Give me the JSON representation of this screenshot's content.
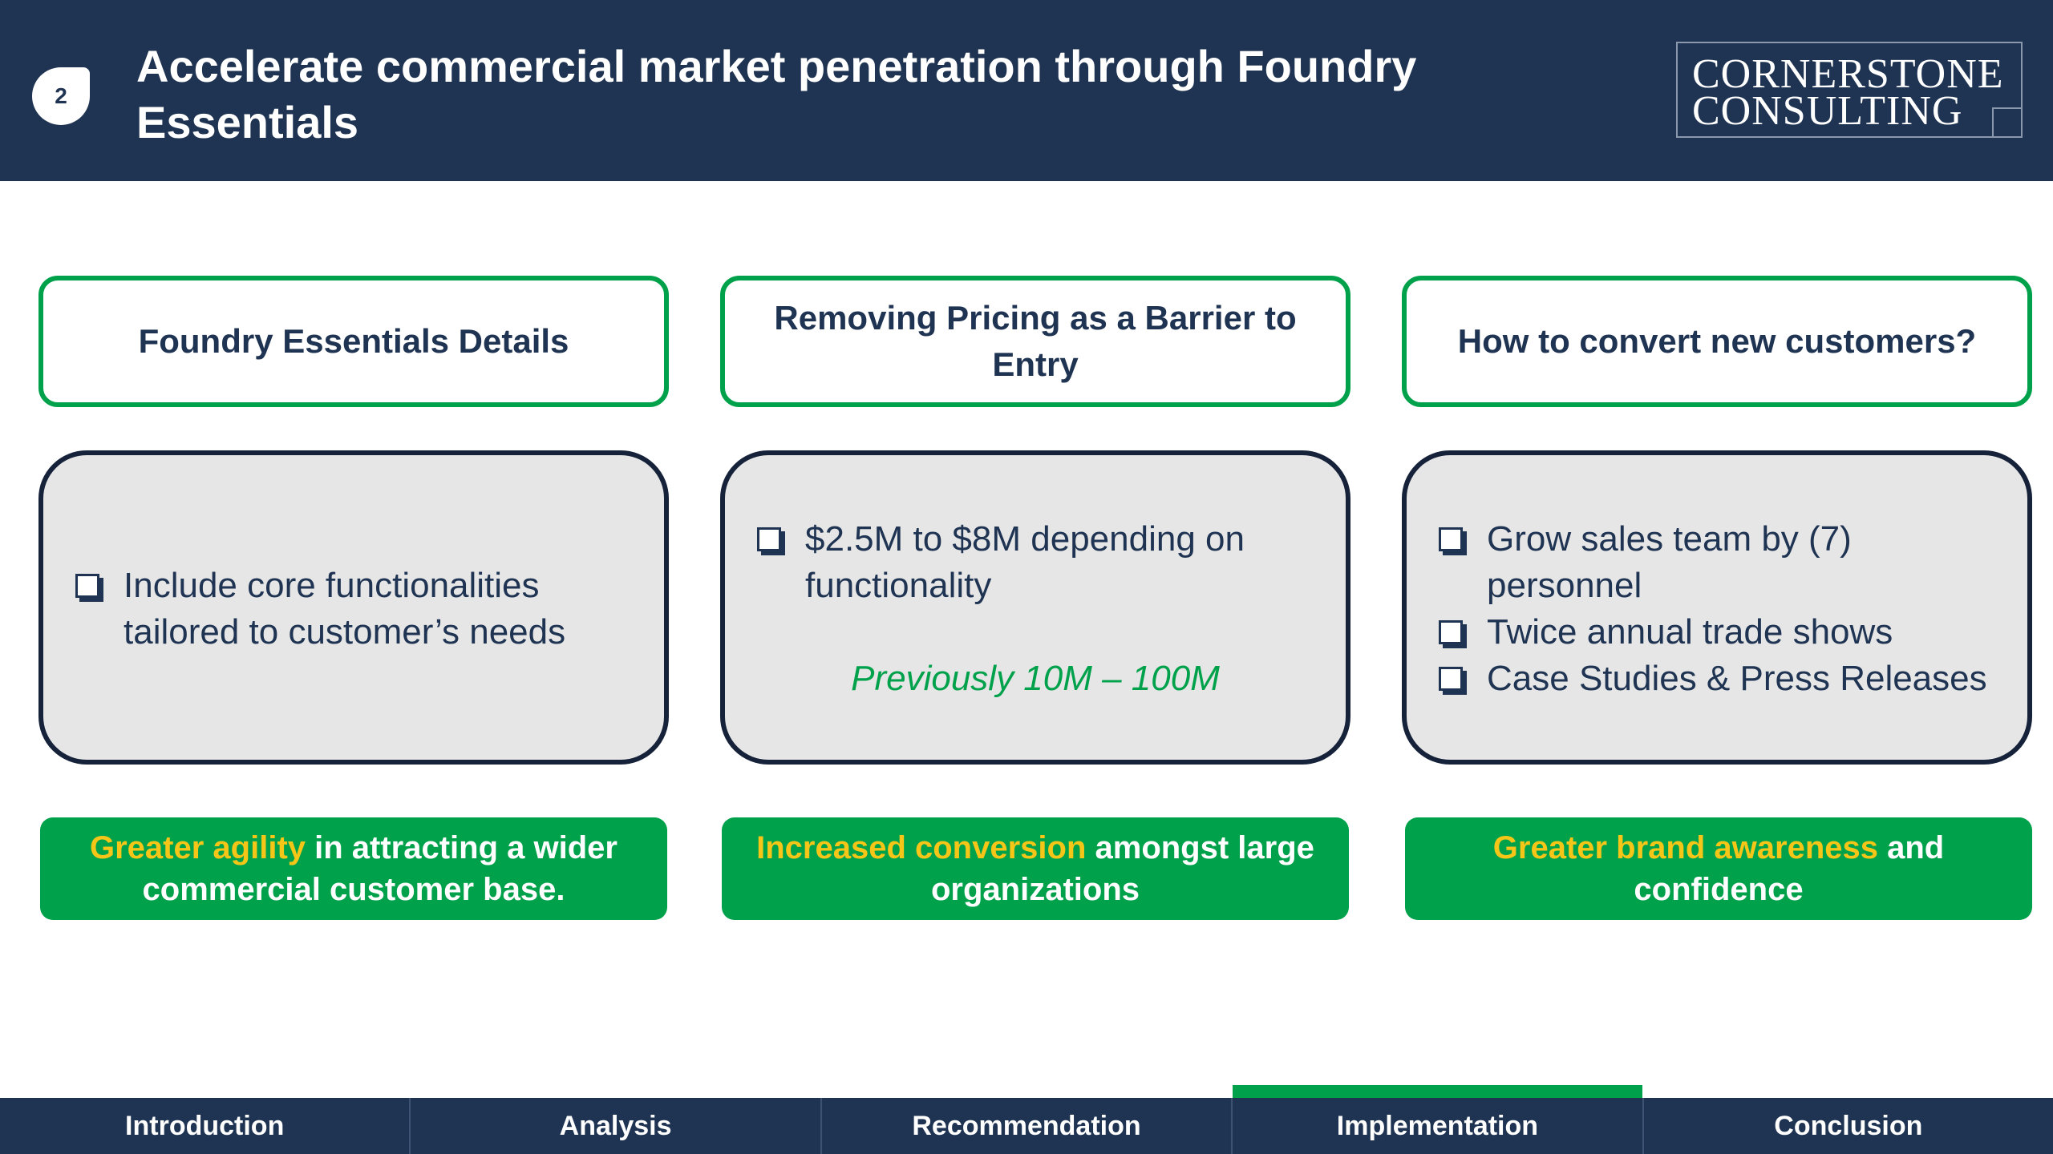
{
  "slide": {
    "number": "2",
    "title": "Accelerate commercial market penetration through Foundry Essentials"
  },
  "logo": {
    "line1": "CORNERSTONE",
    "line2": "CONSULTING"
  },
  "columns": [
    {
      "heading": "Foundry Essentials Details",
      "bullets": [
        "Include core functionalities tailored to customer’s needs"
      ],
      "outcome": {
        "highlight": "Greater agility",
        "rest": " in attracting a wider commercial customer base."
      }
    },
    {
      "heading": "Removing Pricing as a Barrier to Entry",
      "bullets": [
        "$2.5M to $8M depending on functionality"
      ],
      "note": "Previously 10M – 100M",
      "outcome": {
        "highlight": "Increased conversion",
        "rest": " amongst large organizations"
      }
    },
    {
      "heading": "How to convert new customers?",
      "bullets": [
        "Grow sales team by (7) personnel",
        "Twice annual trade shows",
        "Case Studies & Press Releases"
      ],
      "outcome": {
        "highlight": "Greater brand awareness",
        "rest": " and confidence"
      }
    }
  ],
  "nav": {
    "tabs": [
      "Introduction",
      "Analysis",
      "Recommendation",
      "Implementation",
      "Conclusion"
    ],
    "active": "Implementation"
  },
  "colors": {
    "navy": "#1f3352",
    "green": "#00a14b",
    "highlight_yellow": "#f5c518",
    "box_gray": "#e6e6e6"
  }
}
